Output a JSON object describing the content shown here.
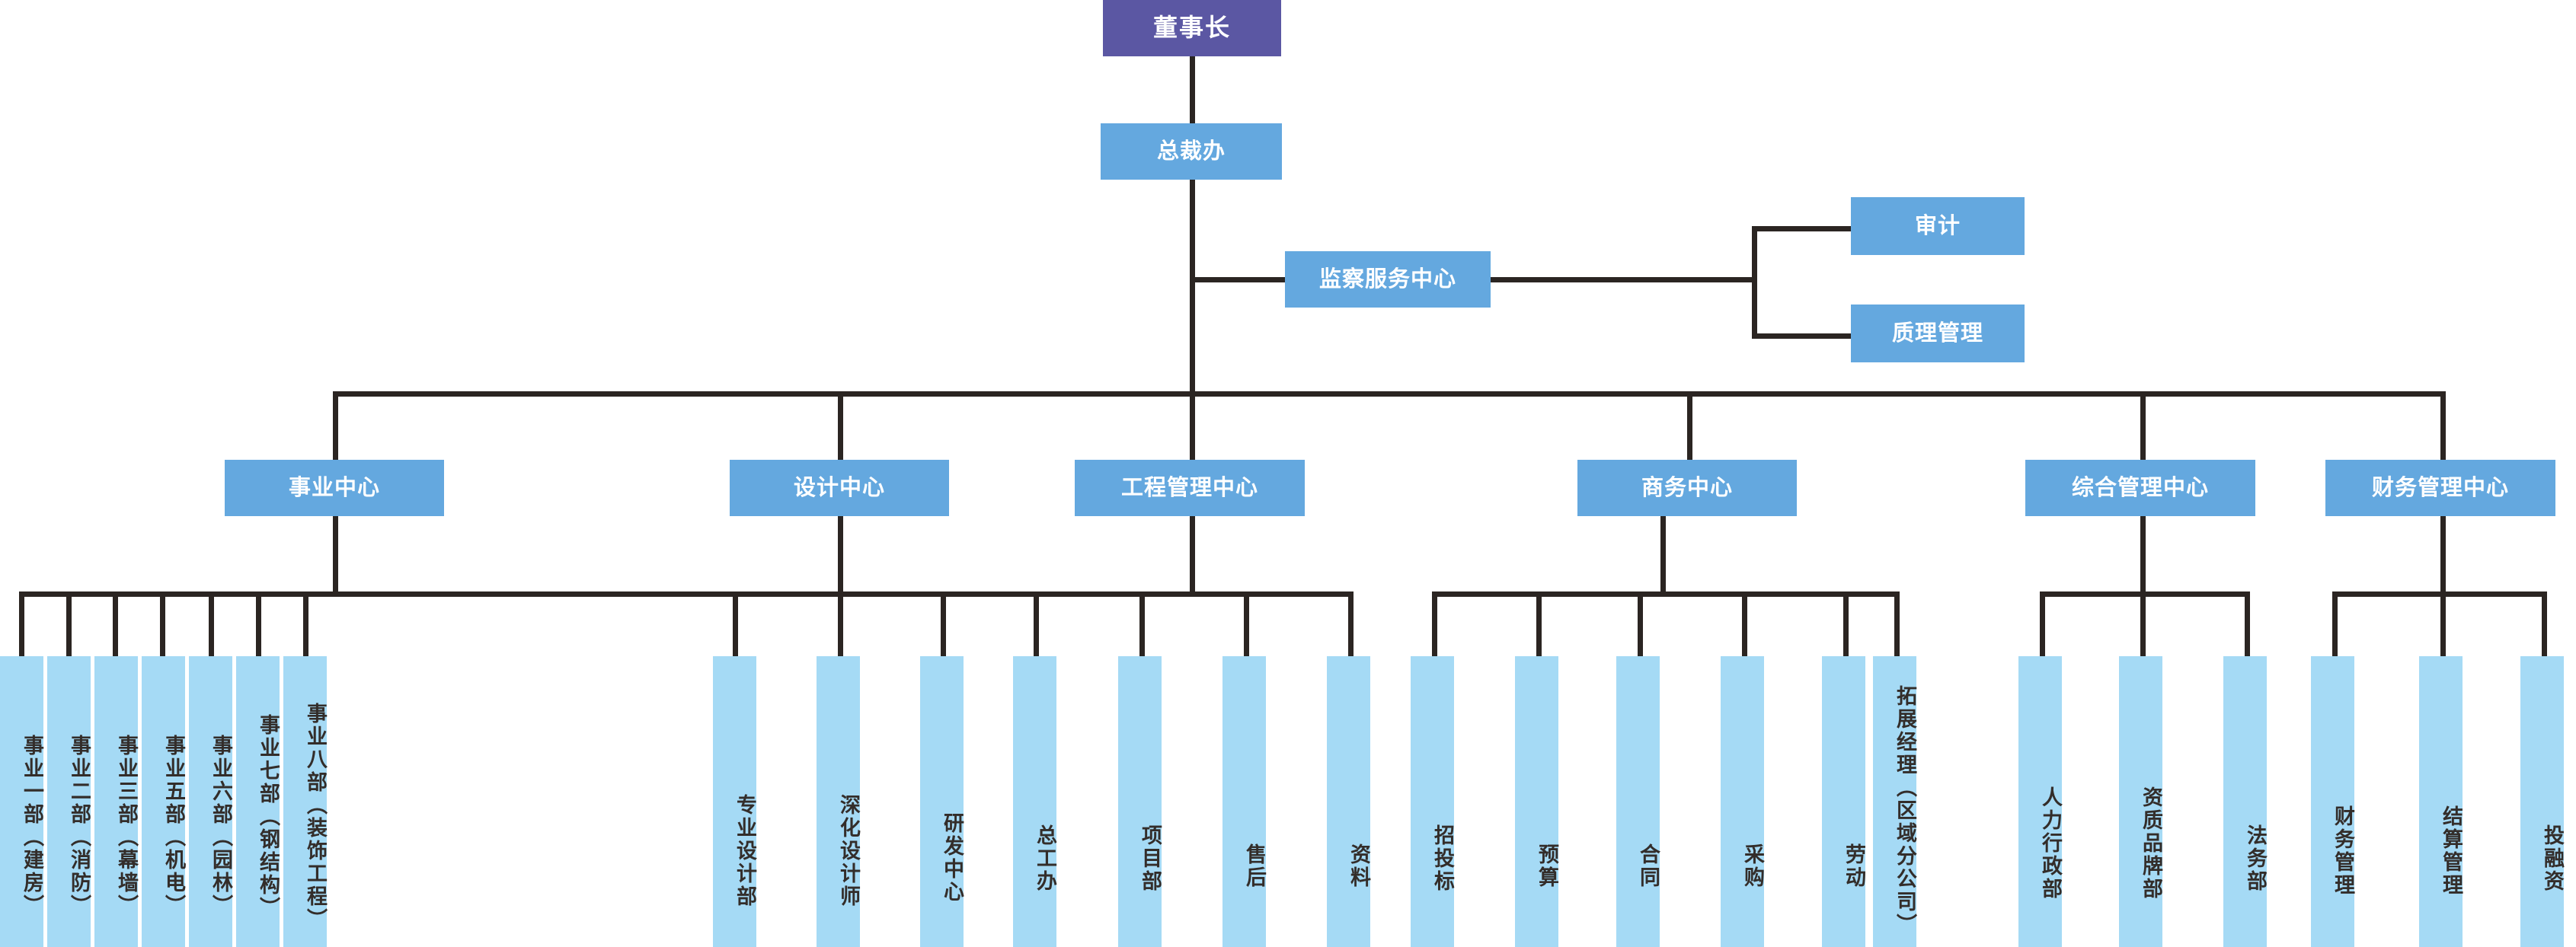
{
  "chart_data": {
    "type": "diagram",
    "diagram_type": "organization-chart",
    "title": "",
    "orientation": "top-down",
    "colors": {
      "root_box": "#5b57a3",
      "mid_box": "#64a8df",
      "leaf_box": "#a5daf5",
      "connector_line": "#2b2522",
      "root_text": "#ffffff",
      "mid_text": "#ffffff",
      "leaf_text": "#332d2a",
      "background": "#ffffff"
    },
    "levels": 4
  },
  "root": {
    "label": "董事长"
  },
  "president_office": {
    "label": "总裁办"
  },
  "supervision": {
    "label": "监察服务中心",
    "children": [
      {
        "label": "审计"
      },
      {
        "label": "质理管理"
      }
    ]
  },
  "centers": [
    {
      "label": "事业中心",
      "children": [
        {
          "label": "事业一部（建房）"
        },
        {
          "label": "事业二部（消防）"
        },
        {
          "label": "事业三部（幕墙）"
        },
        {
          "label": "事业五部（机电）"
        },
        {
          "label": "事业六部（园林）"
        },
        {
          "label": "事业七部（钢结构）"
        },
        {
          "label": "事业八部（装饰工程）"
        }
      ]
    },
    {
      "label": "设计中心",
      "children": [
        {
          "label": "专业设计部"
        },
        {
          "label": "深化设计师"
        },
        {
          "label": "研发中心"
        }
      ]
    },
    {
      "label": "工程管理中心",
      "children": [
        {
          "label": "总工办"
        },
        {
          "label": "项目部"
        },
        {
          "label": "售后"
        },
        {
          "label": "资料"
        }
      ]
    },
    {
      "label": "商务中心",
      "children": [
        {
          "label": "招投标"
        },
        {
          "label": "预算"
        },
        {
          "label": "合同"
        },
        {
          "label": "采购"
        },
        {
          "label": "劳动"
        },
        {
          "label": "拓展经理（区域分公司）"
        }
      ]
    },
    {
      "label": "综合管理中心",
      "children": [
        {
          "label": "人力行政部"
        },
        {
          "label": "资质品牌部"
        },
        {
          "label": "法务部"
        }
      ]
    },
    {
      "label": "财务管理中心",
      "children": [
        {
          "label": "财务管理"
        },
        {
          "label": "结算管理"
        },
        {
          "label": "投融资"
        }
      ]
    }
  ]
}
